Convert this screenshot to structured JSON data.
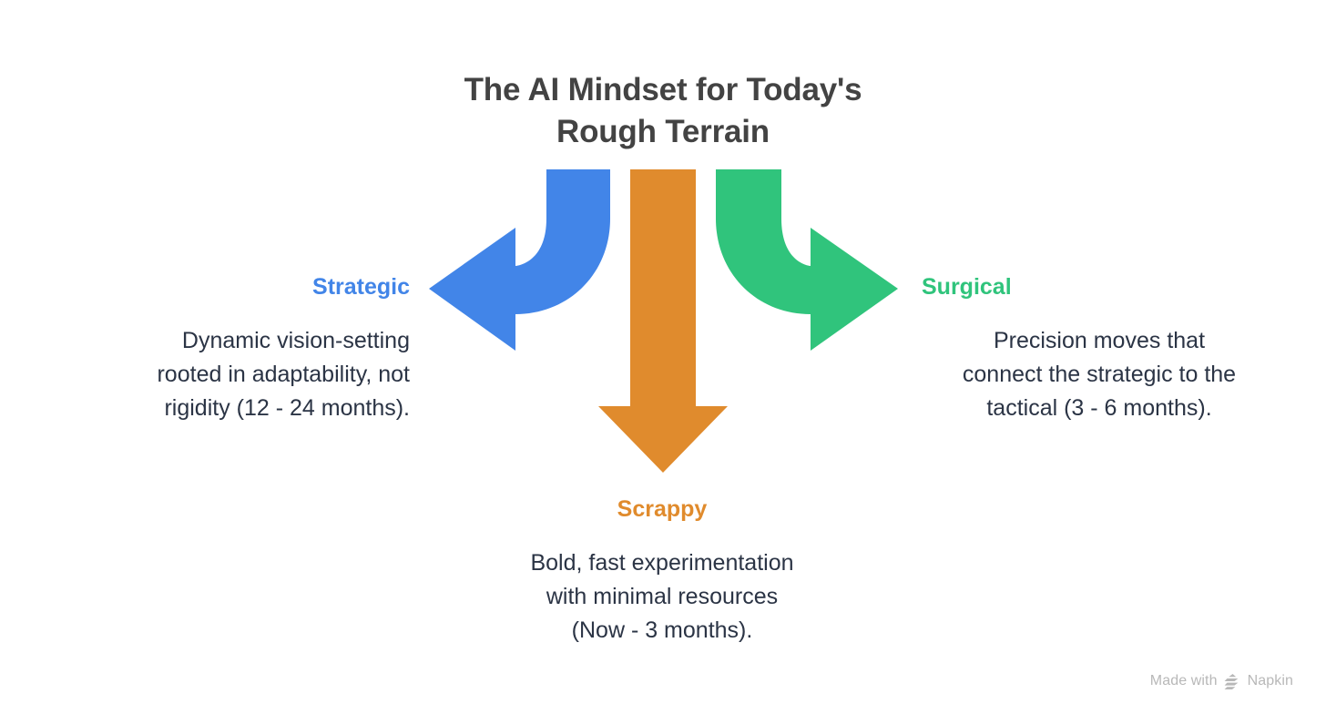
{
  "diagram": {
    "title": "The AI Mindset for Today's\nRough Terrain",
    "type": "three-way-split-arrow-diagram",
    "background_color": "#ffffff",
    "title_color": "#434343",
    "body_text_color": "#2b3445"
  },
  "branches": [
    {
      "id": "strategic",
      "label": "Strategic",
      "description": "Dynamic vision-setting\nrooted in adaptability, not\nrigidity (12 - 24 months).",
      "color": "#4285e8",
      "arrow_direction": "curve-left-down",
      "timeframe": "12 - 24 months",
      "position": "left"
    },
    {
      "id": "scrappy",
      "label": "Scrappy",
      "description": "Bold, fast experimentation\nwith minimal resources\n(Now - 3 months).",
      "color": "#e08b2d",
      "arrow_direction": "straight-down",
      "timeframe": "Now - 3 months",
      "position": "bottom"
    },
    {
      "id": "surgical",
      "label": "Surgical",
      "description": "Precision moves that\nconnect the strategic to the\ntactical (3 - 6 months).",
      "color": "#30c47c",
      "arrow_direction": "curve-right-down",
      "timeframe": "3 - 6 months",
      "position": "right"
    }
  ],
  "watermark": {
    "text_before": "Made with",
    "brand": "Napkin",
    "logo_icon": "napkin-logo-icon",
    "color": "#b8b8b8"
  }
}
